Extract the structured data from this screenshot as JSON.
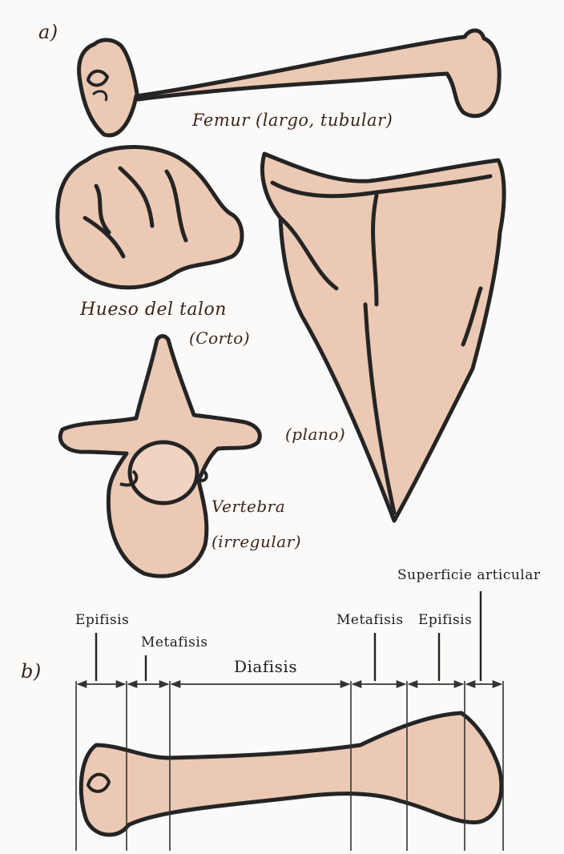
{
  "section_a": {
    "marker": "a)"
  },
  "section_b": {
    "marker": "b)"
  },
  "bones": {
    "femur": "Femur (largo, tubular)",
    "heel_name": "Hueso del talon",
    "heel_type": "(Corto)",
    "scapula_type": "(plano)",
    "vertebra_name": "Vertebra",
    "vertebra_type": "(irregular)"
  },
  "parts": {
    "epiphysis_left": "Epifisis",
    "metaphysis_left": "Metafisis",
    "diaphysis": "Diafisis",
    "metaphysis_right": "Metafisis",
    "epiphysis_right": "Epifisis",
    "articular_surface": "Superficie articular"
  },
  "colors": {
    "bone_fill": "#ecc9b4",
    "outline": "#242424",
    "label_ink": "#3b2418"
  }
}
